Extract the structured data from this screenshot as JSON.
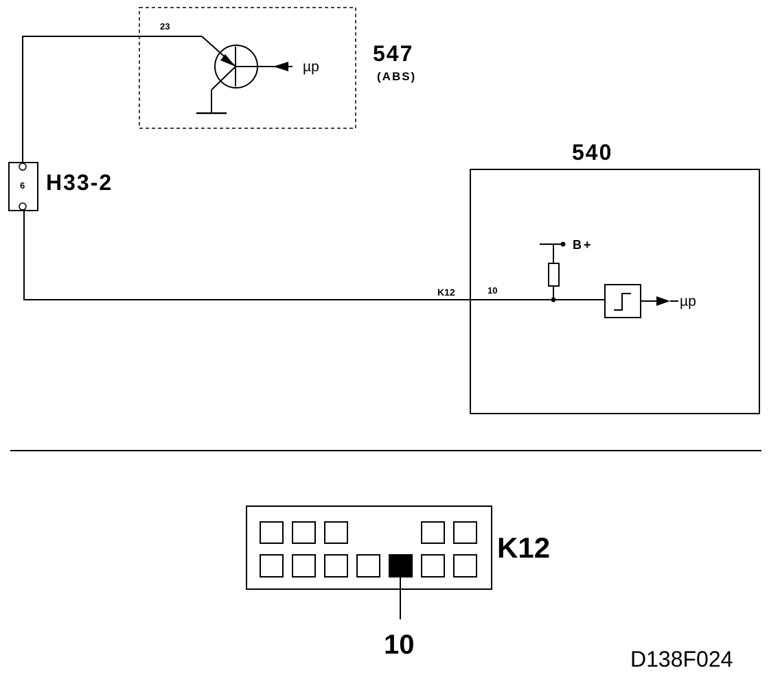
{
  "abs_module": {
    "pin": "23",
    "output": "µp",
    "id": "547",
    "sub": "(ABS)"
  },
  "connector_h33": {
    "pin": "6",
    "label": "H33-2"
  },
  "ecu_540": {
    "id": "540",
    "connector_label": "K12",
    "pin": "10",
    "supply": "B+",
    "output": "µp"
  },
  "connector_view": {
    "label": "K12",
    "pin_callout": "10"
  },
  "figure_code": "D138F024"
}
